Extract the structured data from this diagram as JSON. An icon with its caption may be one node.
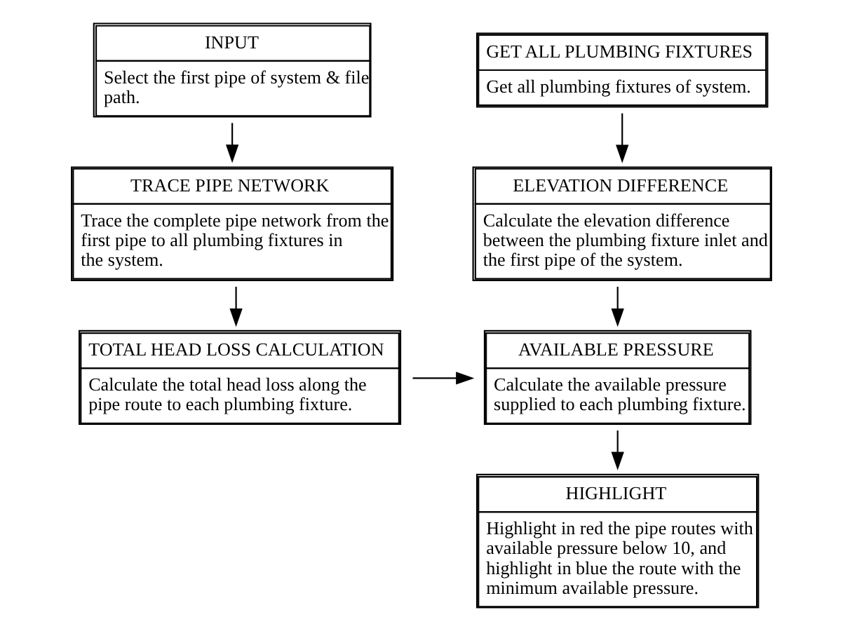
{
  "diagram": {
    "nodes": [
      {
        "text": [
          "INPUT",
          "Select the first pipe of system & file path."
        ]
      },
      {
        "text": [
          "GET ALL PLUMBING FIXTURES",
          "Get all plumbing fixtures of system."
        ]
      },
      {
        "text": [
          "TRACE PIPE NETWORK",
          "Trace the complete pipe network from the first pipe to all plumbing fixtures in the system."
        ]
      },
      {
        "text": [
          "ELEVATION DIFFERENCE",
          "Calculate the elevation difference between the plumbing fixture inlet and the first pipe of the system."
        ]
      },
      {
        "text": [
          "TOTAL HEAD LOSS CALCULATION",
          "Calculate the total head loss along the pipe route to each plumbing fixture."
        ]
      },
      {
        "text": [
          "AVAILABLE PRESSURE",
          "Calculate the available pressure supplied to each plumbing fixture."
        ]
      },
      {
        "text": [
          "HIGHLIGHT",
          "Highlight in red the pipe routes with available pressure below 10, and highlight in blue the route with the minimum available pressure."
        ]
      }
    ],
    "edges": [
      {
        "from": 0,
        "to": 2,
        "arrow": "to"
      },
      {
        "from": 2,
        "to": 4,
        "arrow": "to"
      },
      {
        "from": 1,
        "to": 3,
        "arrow": "to"
      },
      {
        "from": 3,
        "to": 5,
        "arrow": "to"
      },
      {
        "from": 4,
        "to": 5,
        "arrow": "to"
      },
      {
        "from": 5,
        "to": 6,
        "arrow": "to"
      }
    ]
  }
}
